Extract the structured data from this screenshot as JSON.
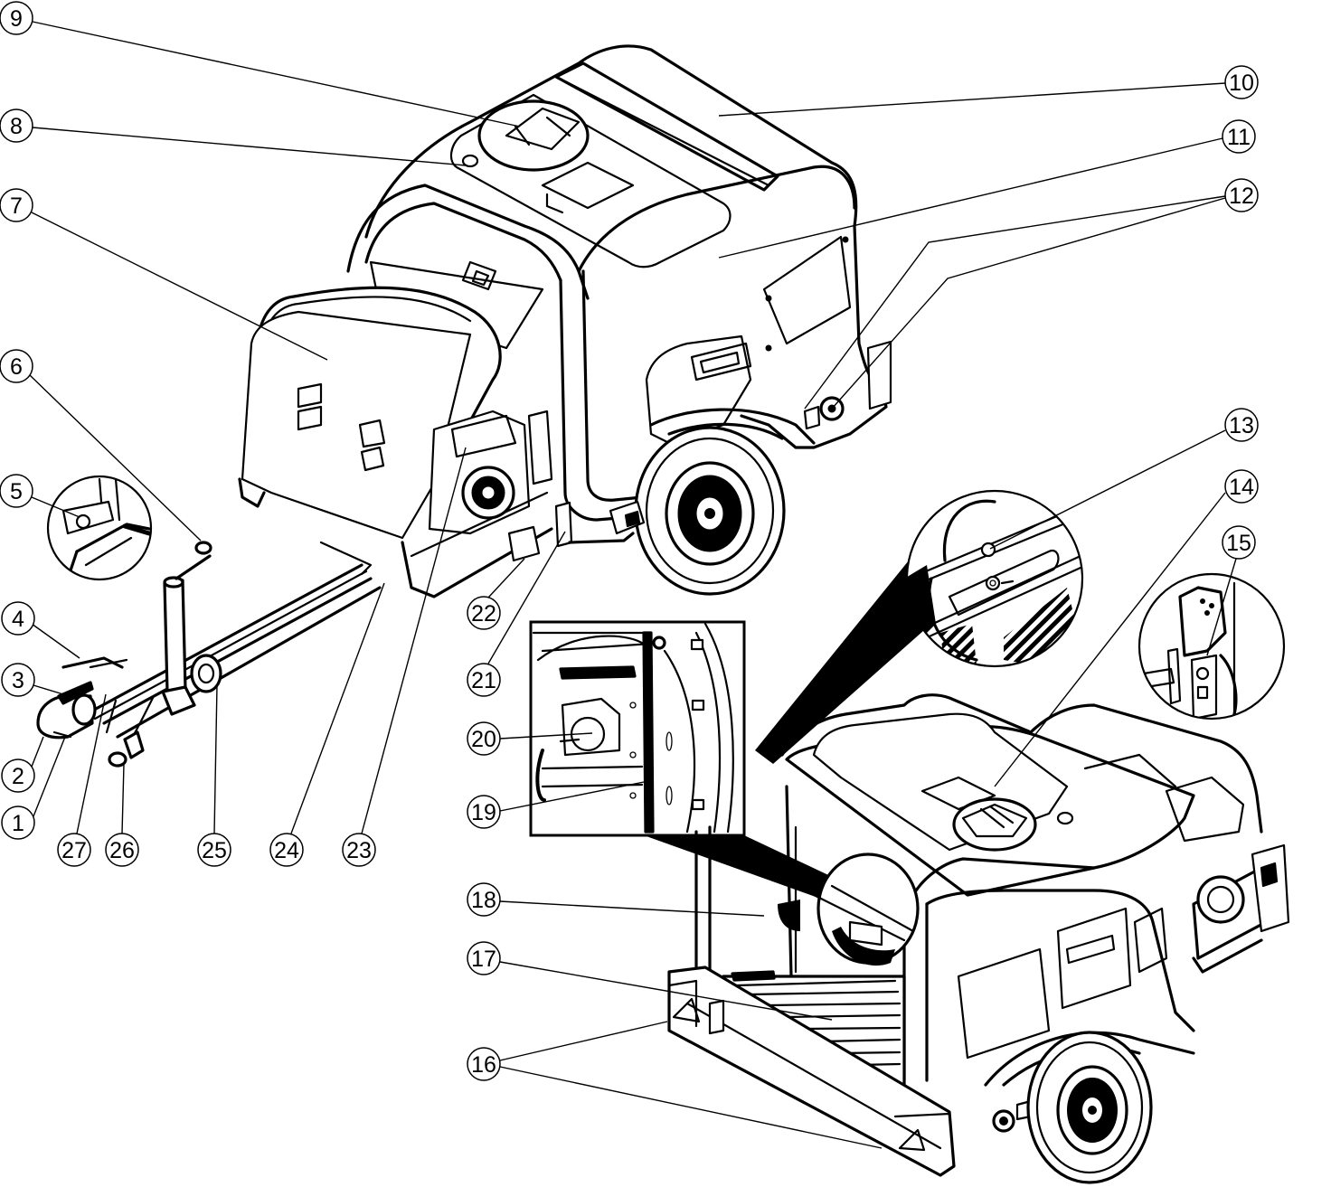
{
  "figure": {
    "type": "exploded-parts-diagram",
    "colors": {
      "line": "#000000",
      "background": "#ffffff"
    },
    "callouts": [
      {
        "id": "1",
        "label": "1"
      },
      {
        "id": "2",
        "label": "2"
      },
      {
        "id": "3",
        "label": "3"
      },
      {
        "id": "4",
        "label": "4"
      },
      {
        "id": "5",
        "label": "5"
      },
      {
        "id": "6",
        "label": "6"
      },
      {
        "id": "7",
        "label": "7"
      },
      {
        "id": "8",
        "label": "8"
      },
      {
        "id": "9",
        "label": "9"
      },
      {
        "id": "10",
        "label": "10"
      },
      {
        "id": "11",
        "label": "11"
      },
      {
        "id": "12",
        "label": "12"
      },
      {
        "id": "13",
        "label": "13"
      },
      {
        "id": "14",
        "label": "14"
      },
      {
        "id": "15",
        "label": "15"
      },
      {
        "id": "16",
        "label": "16"
      },
      {
        "id": "17",
        "label": "17"
      },
      {
        "id": "18",
        "label": "18"
      },
      {
        "id": "19",
        "label": "19"
      },
      {
        "id": "20",
        "label": "20"
      },
      {
        "id": "21",
        "label": "21"
      },
      {
        "id": "22",
        "label": "22"
      },
      {
        "id": "23",
        "label": "23"
      },
      {
        "id": "24",
        "label": "24"
      },
      {
        "id": "25",
        "label": "25"
      },
      {
        "id": "26",
        "label": "26"
      },
      {
        "id": "27",
        "label": "27"
      }
    ]
  }
}
